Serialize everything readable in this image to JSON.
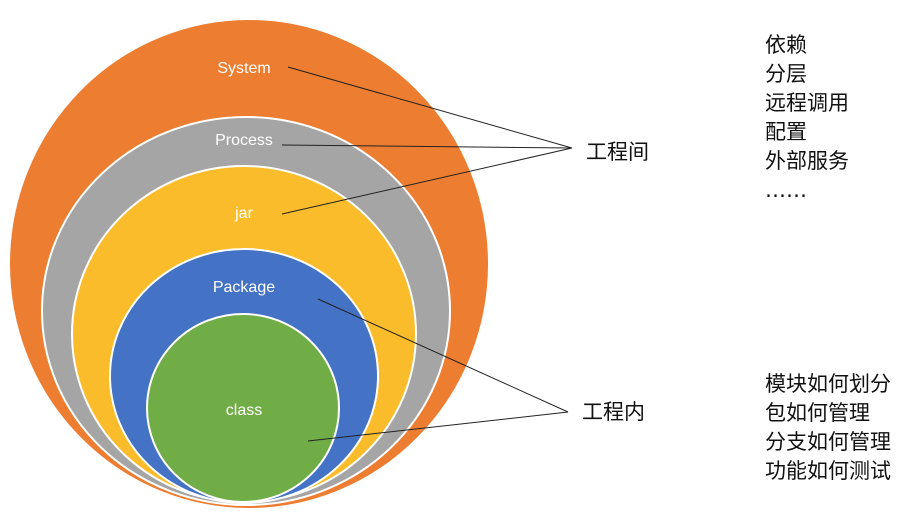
{
  "layers": [
    {
      "id": "system",
      "label": "System",
      "color": "#ED7D31"
    },
    {
      "id": "process",
      "label": "Process",
      "color": "#A5A5A5"
    },
    {
      "id": "jar",
      "label": "jar",
      "color": "#FBBC2C"
    },
    {
      "id": "package",
      "label": "Package",
      "color": "#4472C4"
    },
    {
      "id": "class",
      "label": "class",
      "color": "#70AD47"
    }
  ],
  "groups": {
    "between": {
      "label": "工程间",
      "items": [
        "依赖",
        "分层",
        "远程调用",
        "配置",
        "外部服务",
        "……"
      ]
    },
    "within": {
      "label": "工程内",
      "items": [
        "模块如何划分",
        "包如何管理",
        "分支如何管理",
        "功能如何测试"
      ]
    }
  }
}
